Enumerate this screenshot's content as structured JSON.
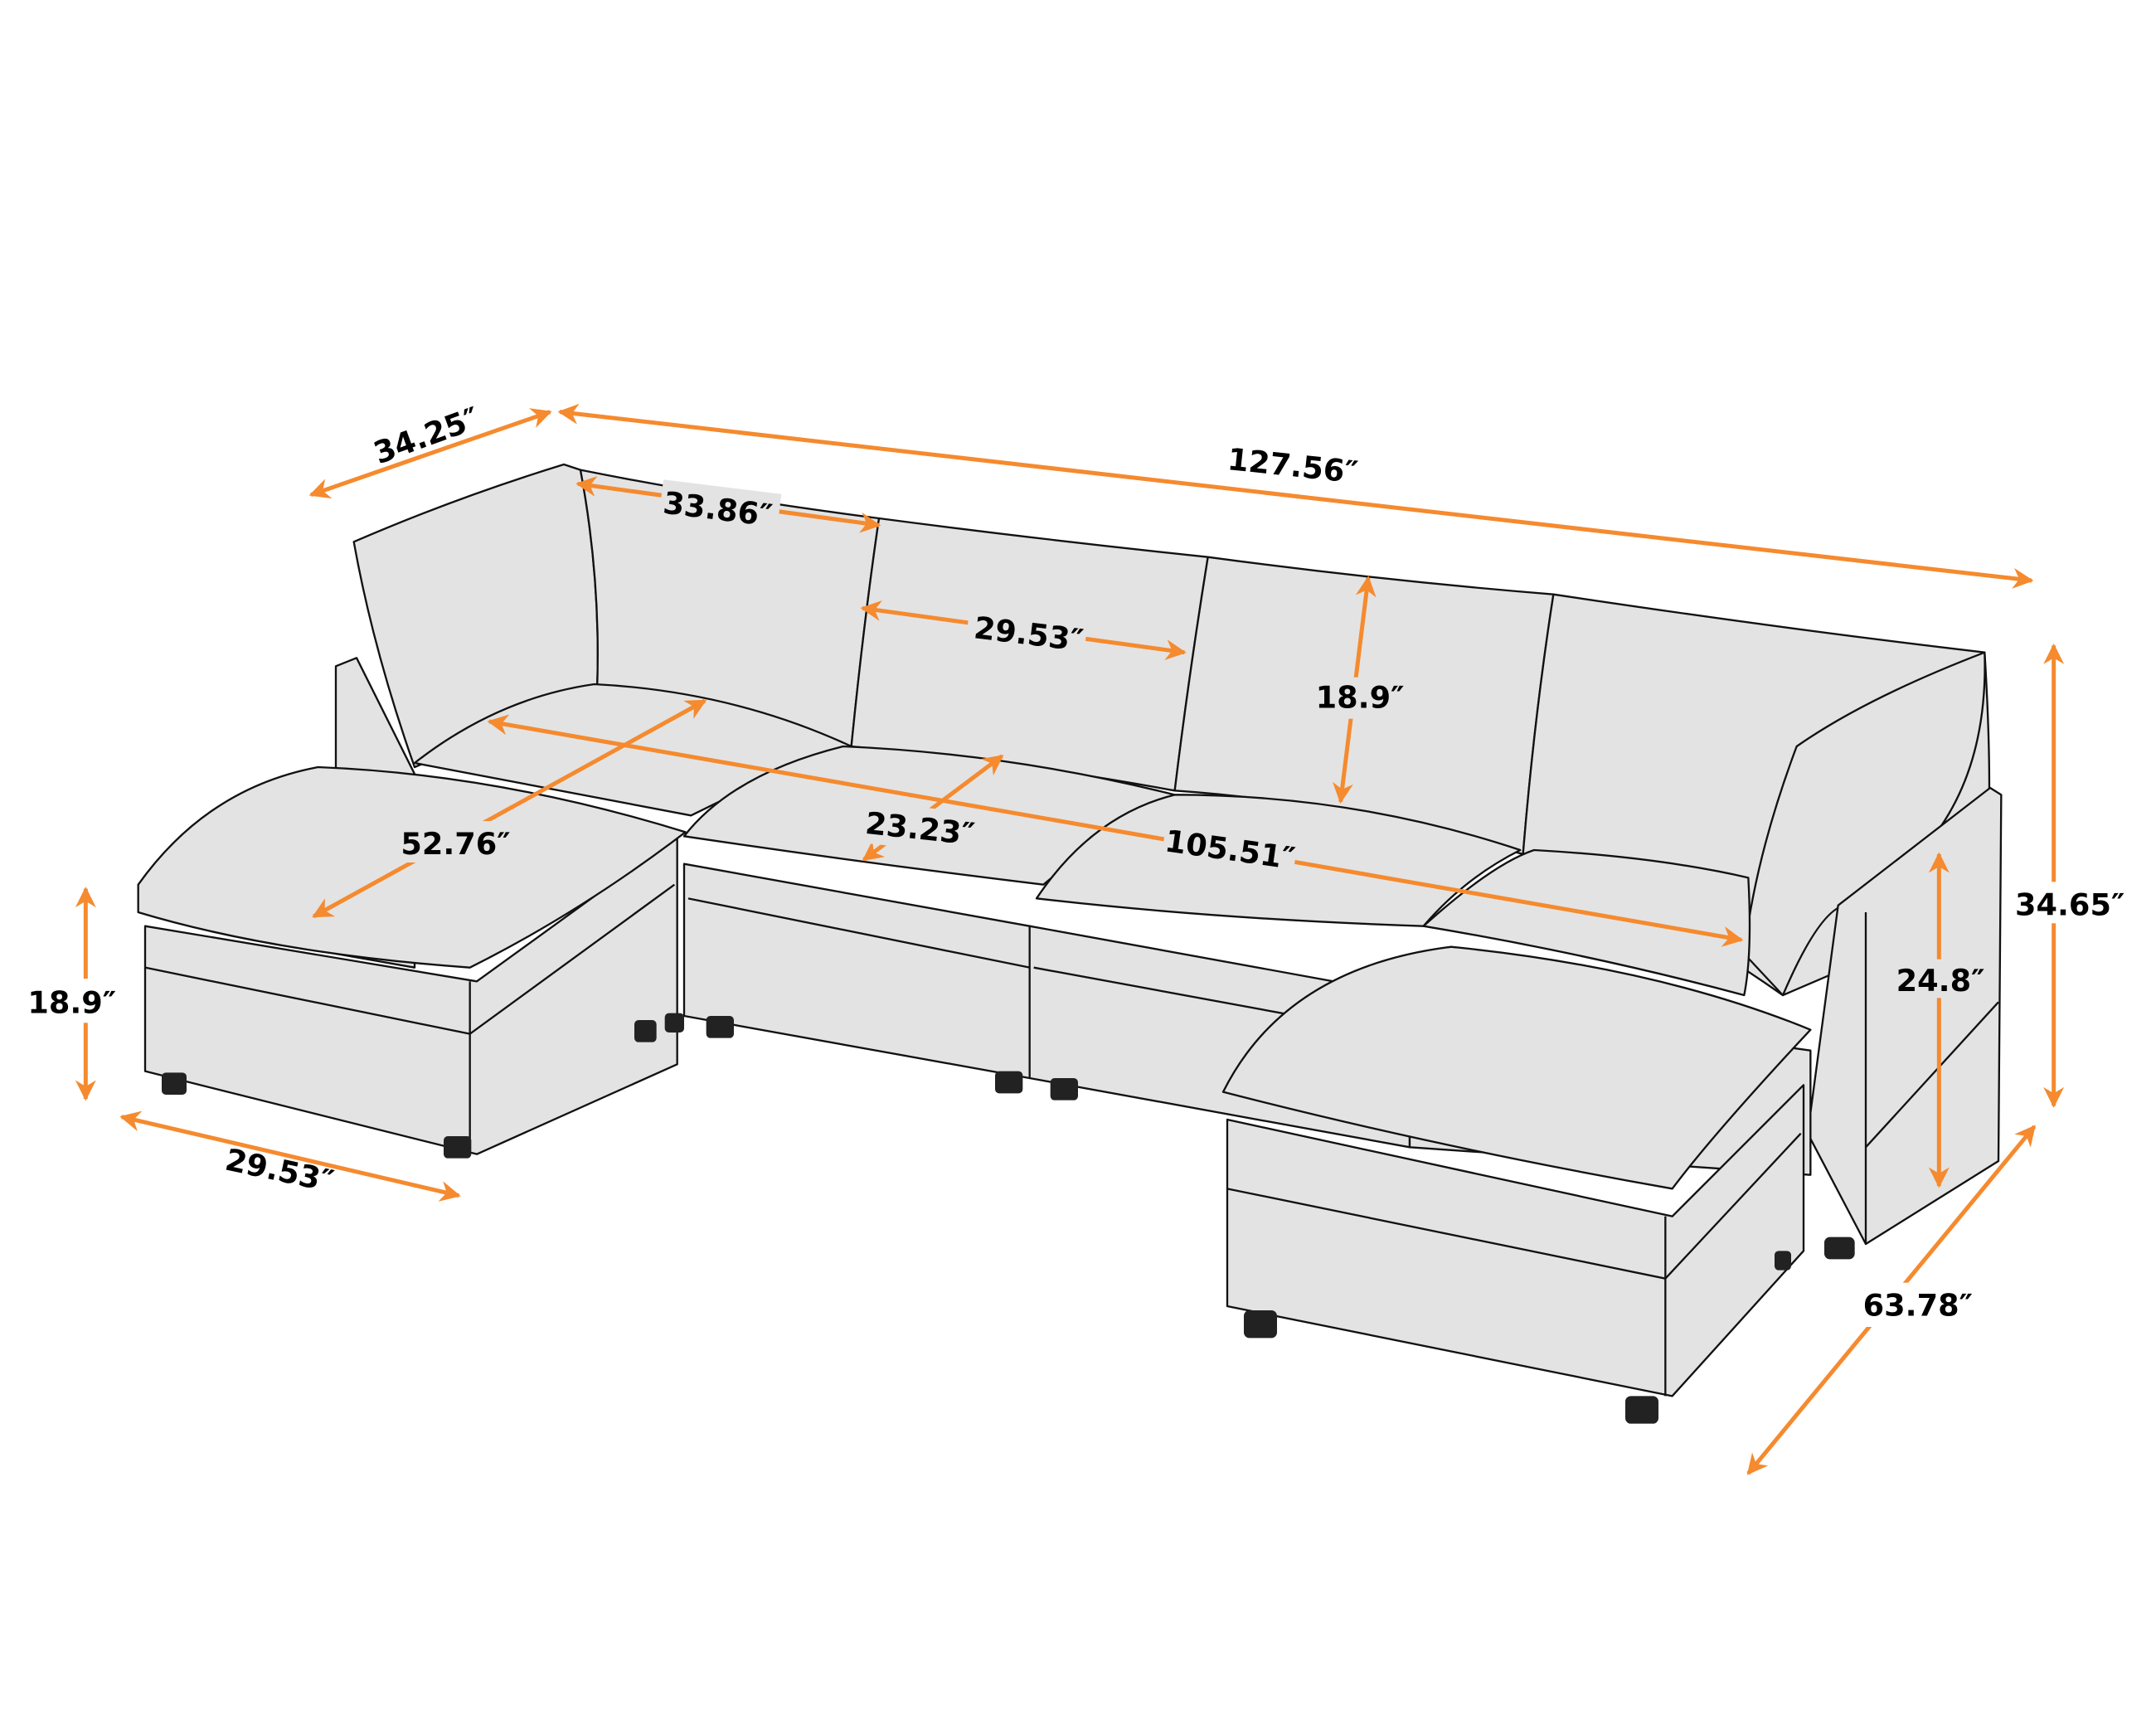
{
  "diagram": {
    "subject": "U-shaped modular sectional sofa with two ottomans",
    "colors": {
      "sofa_fill": "#e3e3e3",
      "outline": "#111111",
      "leg": "#222222",
      "dimension_arrow": "#f58a2e",
      "label": "#000000",
      "background": "#ffffff"
    },
    "dimensions": {
      "seat_depth_side": "34.25″",
      "overall_width": "127.56″",
      "back_width_single": "33.86″",
      "seat_width_single": "29.53″",
      "back_height": "18.9″",
      "ottoman_diagonal": "52.76″",
      "seat_depth_cushion": "23.23″",
      "seating_length": "105.51″",
      "overall_height": "34.65″",
      "arm_height": "24.8″",
      "ottoman_height": "18.9″",
      "ottoman_width": "29.53″",
      "overall_depth_with_chaise": "63.78″"
    }
  }
}
